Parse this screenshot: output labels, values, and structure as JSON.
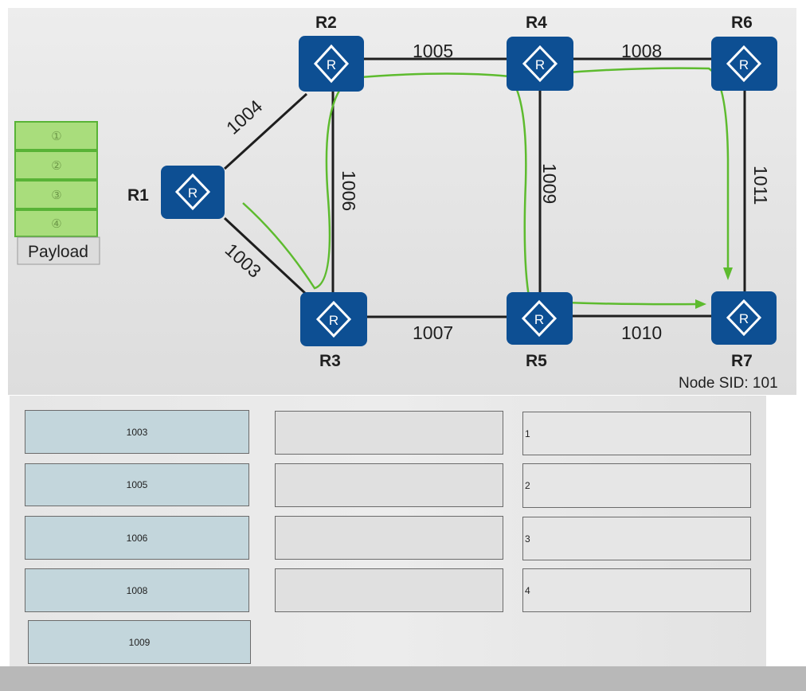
{
  "diagram": {
    "routers": [
      {
        "id": "R1",
        "label": "R1"
      },
      {
        "id": "R2",
        "label": "R2"
      },
      {
        "id": "R3",
        "label": "R3"
      },
      {
        "id": "R4",
        "label": "R4"
      },
      {
        "id": "R5",
        "label": "R5"
      },
      {
        "id": "R6",
        "label": "R6"
      },
      {
        "id": "R7",
        "label": "R7"
      }
    ],
    "links": [
      {
        "label": "1004"
      },
      {
        "label": "1003"
      },
      {
        "label": "1005"
      },
      {
        "label": "1006"
      },
      {
        "label": "1007"
      },
      {
        "label": "1008"
      },
      {
        "label": "1009"
      },
      {
        "label": "1010"
      },
      {
        "label": "1011"
      }
    ],
    "node_sid": "Node SID: 101",
    "label_stack": [
      "①",
      "②",
      "③",
      "④"
    ],
    "payload": "Payload",
    "router_icon_letter": "R",
    "colors": {
      "router": "#0d4f93",
      "path": "#5dbb2e",
      "stack": "#a9dd7c"
    }
  },
  "drag_options": [
    "1003",
    "1005",
    "1006",
    "1008",
    "1009"
  ],
  "drop_targets": [
    "",
    "",
    "",
    ""
  ],
  "slot_labels": [
    "1",
    "2",
    "3",
    "4"
  ]
}
